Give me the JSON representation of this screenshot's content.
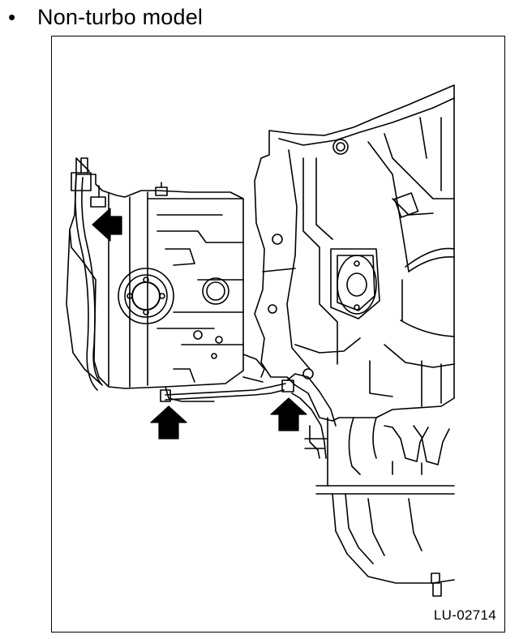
{
  "heading": {
    "bullet": "•",
    "text": "Non-turbo model"
  },
  "figure": {
    "code": "LU-02714",
    "line_color": "#000000",
    "background_color": "#ffffff",
    "arrows": [
      {
        "name": "upper-left-arrow",
        "direction": "left"
      },
      {
        "name": "lower-left-arrow",
        "direction": "up"
      },
      {
        "name": "lower-right-arrow",
        "direction": "up"
      }
    ]
  }
}
